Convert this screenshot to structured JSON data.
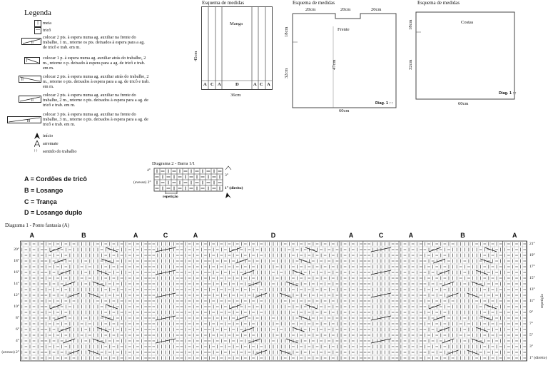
{
  "legend": {
    "title": "Legenda",
    "items": [
      {
        "symbol": "|",
        "text": "meia"
      },
      {
        "symbol": "—",
        "text": "tricô"
      },
      {
        "symbol": "cable-2-front",
        "text": "colocar 2 pts. à espera numa ag. auxiliar na frente do trabalho, 1 m., retorne os pts. deixados à espera para a ag. de tricô e trab. em m."
      },
      {
        "symbol": "cable-1-back",
        "text": "colocar 1 p. à espera numa ag. auxiliar atrás do trabalho, 2 m., retorne o p. deixado à espera para a ag. de tricô e trab. em m."
      },
      {
        "symbol": "cable-2-back",
        "text": "colocar 2 pts. à espera numa ag. auxiliar atrás do trabalho, 2 m., retorne o pts. deixados à espera para a ag. de tricô e trab. em m."
      },
      {
        "symbol": "cable-2-front-b",
        "text": "colocar 2 pts. à espera numa ag. auxiliar na frente do trabalho, 2 m., retorne o pts. deixados à espera para a ag. de tricô e trab. em m."
      },
      {
        "symbol": "cable-3-front",
        "text": "colocar 3 pts. à espera numa ag. auxiliar na frente do trabalho, 3 m., retorne o pts. deixados à espera para a ag. de tricô e trab. em m."
      },
      {
        "symbol": "arrow-up-icon",
        "text": "início"
      },
      {
        "symbol": "bind-off-icon",
        "text": "arremate"
      },
      {
        "symbol": "direction-icon",
        "text": "sentido do trabalho"
      }
    ]
  },
  "key": [
    "A = Cordões de tricô",
    "B = Losango",
    "C = Trança",
    "D = Losango duplo"
  ],
  "schemes": {
    "manga": {
      "title": "Esquema de medidas",
      "name": "Manga",
      "height": "45cm",
      "width": "36cm",
      "col_labels": [
        "A",
        "C",
        "A",
        "D",
        "A",
        "C",
        "A"
      ]
    },
    "frente": {
      "title": "Esquema de medidas",
      "name": "Frente",
      "top_labels": [
        "20cm",
        "20cm",
        "20cm"
      ],
      "left_top": "18cm",
      "left_bottom": "32cm",
      "center": "47cm",
      "width": "60cm",
      "tag": "Diag. 1 ↑↑"
    },
    "costas": {
      "title": "Esquema de medidas",
      "name": "Costas",
      "left_top": "18cm",
      "left_bottom": "32cm",
      "width": "60cm",
      "tag": "Diag. 1 ↑↑"
    }
  },
  "diagram2": {
    "title": "Diagrama 2 - Barra 1/1",
    "rows": [
      "4°",
      "3°",
      "2°",
      "1°"
    ],
    "left_row2": "(avesso) 2°",
    "right_row1": "1° (direito)",
    "repeat": "repetição"
  },
  "diagram1": {
    "title": "Diagrama 1 - Ponto fantasia (A)",
    "col_labels": [
      "A",
      "B",
      "A",
      "C",
      "A",
      "D",
      "A",
      "C",
      "A",
      "B",
      "A"
    ],
    "left_rows": [
      "20°",
      "18°",
      "16°",
      "14°",
      "12°",
      "10°",
      "8°",
      "6°",
      "4°",
      "(avesso) 2°"
    ],
    "right_rows": [
      "21°",
      "19°",
      "17°",
      "15°",
      "13°",
      "11°",
      "9°",
      "7°",
      "5°",
      "3°",
      "1° (direito)"
    ],
    "side_label": "repetição"
  }
}
